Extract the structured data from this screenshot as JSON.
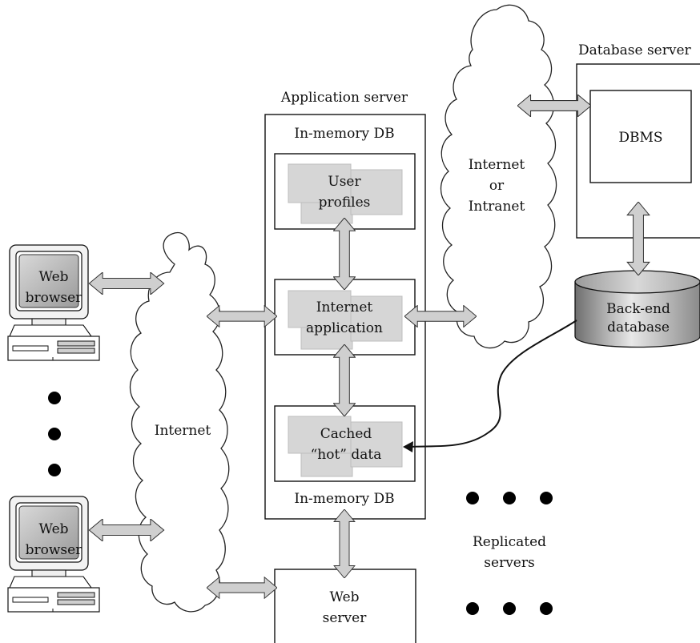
{
  "labels": {
    "database_server": "Database server",
    "application_server": "Application server",
    "in_memory_db_top": "In-memory DB",
    "in_memory_db_bottom": "In-memory DB",
    "user_profiles": [
      "User",
      "profiles"
    ],
    "internet_application": [
      "Internet",
      "application"
    ],
    "cached_hot_data": [
      "Cached",
      "“hot” data"
    ],
    "internet_or_intranet": [
      "Internet",
      "or",
      "Intranet"
    ],
    "dbms": "DBMS",
    "back_end_database": [
      "Back-end",
      "database"
    ],
    "web_browser_top": [
      "Web",
      "browser"
    ],
    "web_browser_bottom": [
      "Web",
      "browser"
    ],
    "internet": "Internet",
    "web_server": [
      "Web",
      "server"
    ],
    "replicated_servers": [
      "Replicated",
      "servers"
    ]
  },
  "colors": {
    "stroke": "#111111",
    "arrow_fill": "#cfcfcf",
    "doc_fill": "#d6d6d6",
    "cylinder_dark": "#7a7a7a",
    "cylinder_light": "#e6e6e6",
    "screen": "#bcbcbc"
  },
  "icons": [
    "desktop-computer-icon",
    "cloud-shape",
    "database-cylinder-icon",
    "double-arrow-icon",
    "document-stack-icon"
  ]
}
